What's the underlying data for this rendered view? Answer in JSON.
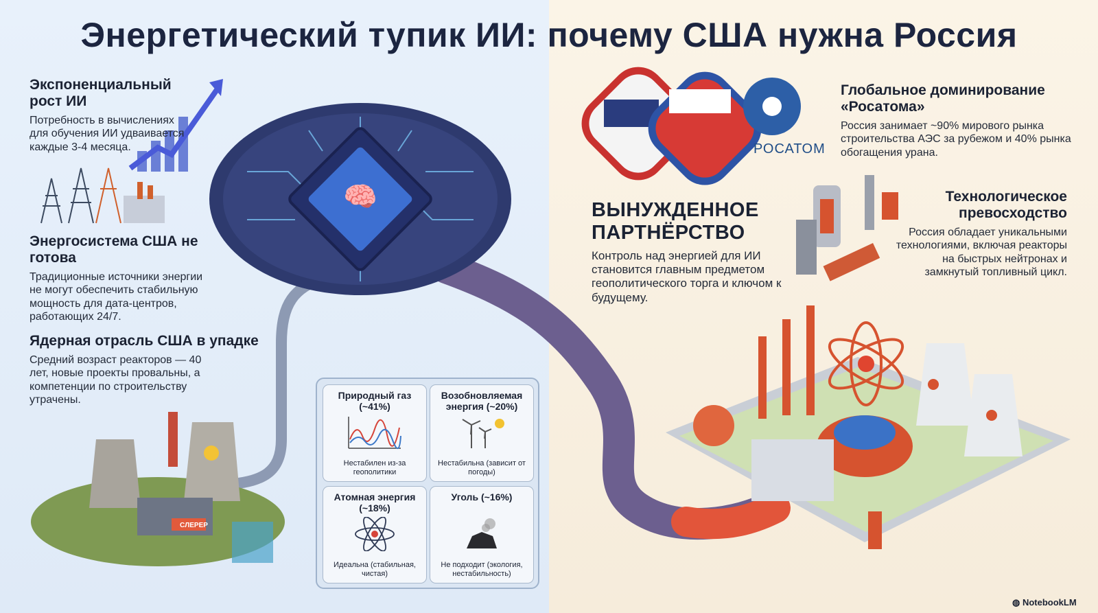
{
  "title": "Энергетический тупик ИИ: почему США нужна Россия",
  "left": {
    "growth": {
      "heading": "Экспоненциальный рост ИИ",
      "text": "Потребность в вычислениях для обучения ИИ удваивается каждые 3-4 месяца."
    },
    "grid": {
      "heading": "Энергосистема США не готова",
      "text": "Традиционные источники энергии не могут обеспечить стабильную мощность для дата-центров, работающих 24/7."
    },
    "nuclear_decline": {
      "heading": "Ядерная отрасль США в упадке",
      "text": "Средний возраст реакторов — 40 лет, новые проекты провальны, а компетенции по строительству утрачены."
    },
    "plant_sign": "CЛЕРЕР"
  },
  "energy_mix": [
    {
      "title": "Природный газ (~41%)",
      "note": "Нестабилен из-за геополитики",
      "icon": "wave-chart-icon"
    },
    {
      "title": "Возобновляемая энергия (~20%)",
      "note": "Нестабильна (зависит от погоды)",
      "icon": "wind-solar-icon"
    },
    {
      "title": "Атомная энергия (~18%)",
      "note": "Идеальна (стабильная, чистая)",
      "icon": "atom-icon"
    },
    {
      "title": "Уголь (~16%)",
      "note": "Не подходит (экология, нестабильность)",
      "icon": "coal-icon"
    }
  ],
  "right": {
    "rosatom_dominance": {
      "heading": "Глобальное доминирование «Росатома»",
      "text": "Россия занимает ~90% мирового рынка строительства АЭС за рубежом и 40% рынка обогащения урана."
    },
    "logo_label": "РОСАТОМ",
    "partnership": {
      "heading": "ВЫНУЖДЕННОЕ ПАРТНЁРСТВО",
      "text": "Контроль над энергией для ИИ становится главным предметом геополитического торга и ключом к будущему."
    },
    "tech": {
      "heading": "Технологическое превосходство",
      "text": "Россия обладает уникальными технологиями, включая реакторы на быстрых нейтронах и замкнутый топливный цикл."
    }
  },
  "brand": "NotebookLM",
  "colors": {
    "left_bg": "#e8f1fb",
    "right_bg": "#fbf4e7",
    "title": "#1c2540",
    "pipe": "#6c5f8f",
    "pipe_hot": "#e2553a"
  }
}
